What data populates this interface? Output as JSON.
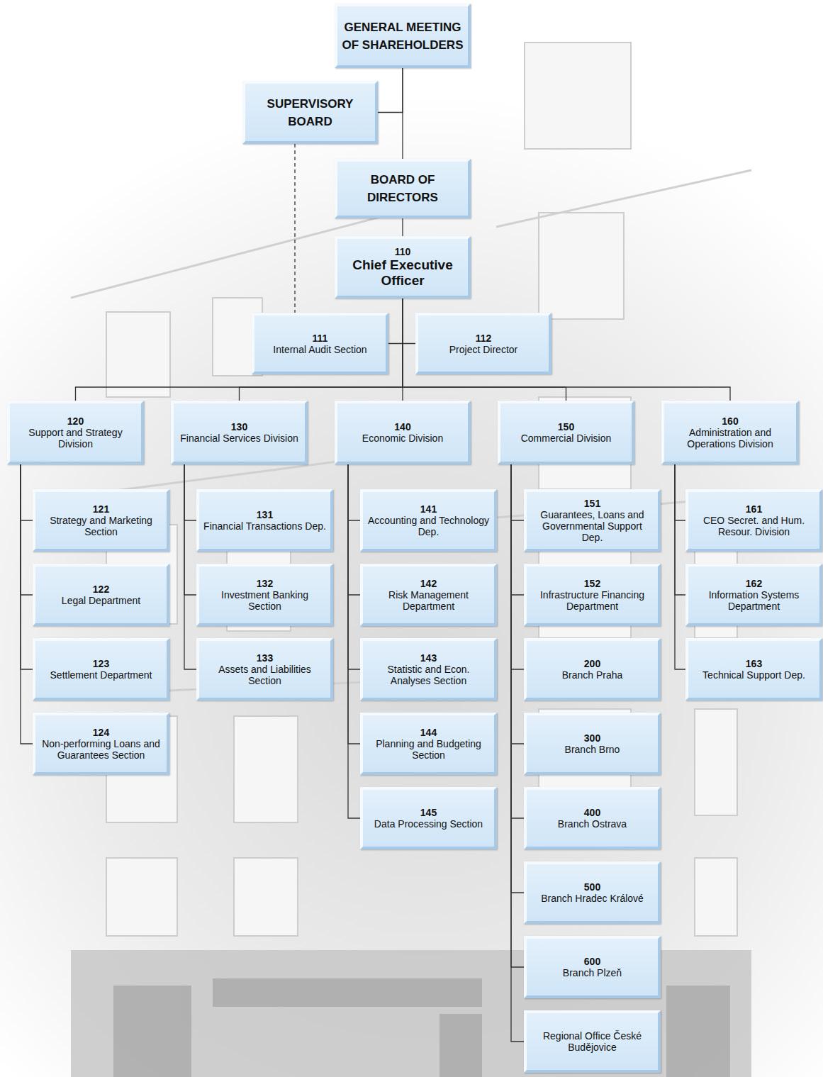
{
  "diagram": {
    "nodes": [
      {
        "text": [
          "GENERAL MEETING OF SHAREHOLDERS"
        ]
      },
      {
        "text": [
          "SUPERVISORY BOARD"
        ]
      },
      {
        "text": [
          "BOARD OF DIRECTORS"
        ]
      },
      {
        "text": [
          "110",
          "Chief Executive Officer"
        ]
      },
      {
        "text": [
          "111",
          "Internal Audit Section"
        ]
      },
      {
        "text": [
          "112",
          "Project Director"
        ]
      },
      {
        "text": [
          "120",
          "Support and Strategy Division"
        ]
      },
      {
        "text": [
          "130",
          "Financial Services Division"
        ]
      },
      {
        "text": [
          "140",
          "Economic Division"
        ]
      },
      {
        "text": [
          "150",
          "Commercial Division"
        ]
      },
      {
        "text": [
          "160",
          "Administration and Operations Division"
        ]
      },
      {
        "text": [
          "121",
          "Strategy and Marketing Section"
        ]
      },
      {
        "text": [
          "122",
          "Legal Department"
        ]
      },
      {
        "text": [
          "123",
          "Settlement Department"
        ]
      },
      {
        "text": [
          "124",
          "Non-performing Loans and Guarantees Section"
        ]
      },
      {
        "text": [
          "131",
          "Financial Transactions Dep."
        ]
      },
      {
        "text": [
          "132",
          "Investment Banking Section"
        ]
      },
      {
        "text": [
          "133",
          "Assets and Liabilities Section"
        ]
      },
      {
        "text": [
          "141",
          "Accounting and Technology Dep."
        ]
      },
      {
        "text": [
          "142",
          "Risk Management Department"
        ]
      },
      {
        "text": [
          "143",
          "Statistic and Econ. Analyses Section"
        ]
      },
      {
        "text": [
          "144",
          "Planning and Budgeting Section"
        ]
      },
      {
        "text": [
          "145",
          "Data Processing Section"
        ]
      },
      {
        "text": [
          "151",
          "Guarantees, Loans and Governmental Support Dep."
        ]
      },
      {
        "text": [
          "152",
          "Infrastructure Financing Department"
        ]
      },
      {
        "text": [
          "200",
          "Branch Praha"
        ]
      },
      {
        "text": [
          "300",
          "Branch Brno"
        ]
      },
      {
        "text": [
          "400",
          "Branch Ostrava"
        ]
      },
      {
        "text": [
          "500",
          "Branch Hradec Králové"
        ]
      },
      {
        "text": [
          "600",
          "Branch Plzeň"
        ]
      },
      {
        "text": [
          "Regional Office České Budějovice"
        ]
      },
      {
        "text": [
          "161",
          "CEO Secret. and Hum. Resour. Division"
        ]
      },
      {
        "text": [
          "162",
          "Information Systems Department"
        ]
      },
      {
        "text": [
          "163",
          "Technical Support Dep."
        ]
      }
    ],
    "edges": [
      {
        "from": 0,
        "to": 1,
        "arrow": "none"
      },
      {
        "from": 0,
        "to": 2,
        "arrow": "none"
      },
      {
        "from": 2,
        "to": 3,
        "arrow": "none"
      },
      {
        "from": 1,
        "to": 4,
        "arrow": "none"
      },
      {
        "from": 3,
        "to": 4,
        "arrow": "none"
      },
      {
        "from": 3,
        "to": 5,
        "arrow": "none"
      },
      {
        "from": 3,
        "to": 6,
        "arrow": "none"
      },
      {
        "from": 3,
        "to": 7,
        "arrow": "none"
      },
      {
        "from": 3,
        "to": 8,
        "arrow": "none"
      },
      {
        "from": 3,
        "to": 9,
        "arrow": "none"
      },
      {
        "from": 3,
        "to": 10,
        "arrow": "none"
      },
      {
        "from": 6,
        "to": 11,
        "arrow": "none"
      },
      {
        "from": 6,
        "to": 12,
        "arrow": "none"
      },
      {
        "from": 6,
        "to": 13,
        "arrow": "none"
      },
      {
        "from": 6,
        "to": 14,
        "arrow": "none"
      },
      {
        "from": 7,
        "to": 15,
        "arrow": "none"
      },
      {
        "from": 7,
        "to": 16,
        "arrow": "none"
      },
      {
        "from": 7,
        "to": 17,
        "arrow": "none"
      },
      {
        "from": 8,
        "to": 18,
        "arrow": "none"
      },
      {
        "from": 8,
        "to": 19,
        "arrow": "none"
      },
      {
        "from": 8,
        "to": 20,
        "arrow": "none"
      },
      {
        "from": 8,
        "to": 21,
        "arrow": "none"
      },
      {
        "from": 8,
        "to": 22,
        "arrow": "none"
      },
      {
        "from": 9,
        "to": 23,
        "arrow": "none"
      },
      {
        "from": 9,
        "to": 24,
        "arrow": "none"
      },
      {
        "from": 9,
        "to": 25,
        "arrow": "none"
      },
      {
        "from": 9,
        "to": 26,
        "arrow": "none"
      },
      {
        "from": 9,
        "to": 27,
        "arrow": "none"
      },
      {
        "from": 9,
        "to": 28,
        "arrow": "none"
      },
      {
        "from": 9,
        "to": 29,
        "arrow": "none"
      },
      {
        "from": 9,
        "to": 30,
        "arrow": "none"
      },
      {
        "from": 10,
        "to": 31,
        "arrow": "none"
      },
      {
        "from": 10,
        "to": 32,
        "arrow": "none"
      },
      {
        "from": 10,
        "to": 33,
        "arrow": "none"
      }
    ]
  }
}
